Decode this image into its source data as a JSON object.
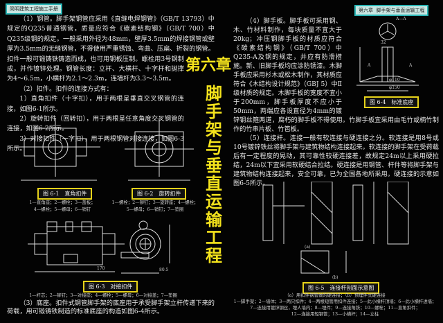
{
  "left_header": "简明建筑工程施工手册",
  "right_header": {
    "chapter": "第六章",
    "title": "脚手架与垂直运输工程"
  },
  "chapter_title": {
    "number": "第六章",
    "title": [
      "脚",
      "手",
      "架",
      "与",
      "垂",
      "直",
      "运",
      "输",
      "工",
      "程"
    ]
  },
  "left_text": [
    "（1）钢管。脚手架钢管应采用《直缝电焊钢管》（GB/T 13793）中规定的Q235普通钢管，质量应符合《碳素结构钢》（GB/T 700）中Q235级钢的规定。一般采用外径为48mm，壁厚3.5mm的焊接钢管或壁厚为3.5mm的无缝钢管，不得使用严重锈蚀、弯曲、压扁、折裂的钢管。扣件一般可锻铸铁铸造而成，也可用钢板压制。螺栓用3号钢制成，并作镀锌处理。钢管长度：立杆、大横杆、十字杆和抛撑为4～6.5m，小横杆为2.1～2.3m，连墙杆为3.3～3.5m。",
    "（2）扣件。扣件的连接方式有：",
    "1）直角扣件（十字扣），用于两根呈垂直交叉钢管的连接，如图6-1所示。",
    "2）旋转扣件（回转扣），用于两根呈任意角度交叉钢管的连接，如图6-2所示。",
    "3）对接扣件（一字扣），用于两根钢管对接连接，如图6-3所示。"
  ],
  "fig_6_1": {
    "caption": "图 6-1　直角扣件",
    "legend": [
      "1—直角座；2—螺栓；3—盖板；",
      "4—螺栓；5—螺母；6—销钉"
    ]
  },
  "fig_6_2": {
    "caption": "图 6-2　旋转扣件",
    "legend": [
      "1—螺栓；2—铆钉；3—旋转座；4—螺栓；",
      "5—螺母；6—销钉；7—垫圈"
    ]
  },
  "fig_6_3": {
    "caption": "图 6-3　对接扣件",
    "legend": "1—杆芯；2—铆钉；3—对接座；4—螺栓；5—螺母；6—对接盖；7—垫圈",
    "dims": [
      "170",
      "80.5"
    ]
  },
  "left_bottom": "（3）底座。扣件式钢管脚手架的底座用于承受脚手架立杆传递下来的荷载，用可锻铸铁制造的标准底座的构造如图6-4所示。",
  "right_text_col": "（4）脚手板。脚手板可采用钢、木、竹材料制作，每块质量不宜大于20kg；冲压钢脚手板的材质应符合《碳素结构钢》（GB/T 700）中Q235-A及钢的规定，并应有防滑措施。新、旧脚手板均应涂防锈漆。木脚手板应采用杉木或松木制作，其材质应符合《木结构设计规范》（GBJ 5）中Ⅱ级材质的规定。木脚手板的宽度不宜小于200mm，脚手板厚度不应小于50mm，两端应各设直径为4mm的镀锌钢丝箍两道，腐朽的脚手板不得使用。竹脚手板宜采用由毛竹或楠竹制作的竹串片板、竹笆板。",
  "right_text_full": "（5）连接杆。连接一般有软连接与硬连接之分。软连接是用8号或10号镀锌铁丝将脚手架与建筑物结构连接起来。软连接的脚手架在受荷载后有一定程度的晃动，其可靠性较硬连接差，故规定24m以上采用硬拉结，24m以下宜采用软硬结合拉结。硬连接是用钢管、杆件等将脚手架与建筑物结构连接起来，安全可靠，已为全国各地所采用。硬连接的示意如图6-5所示。",
  "fig_6_4": {
    "caption": "图 6-4　标准底座",
    "section": "A—A",
    "dims": [
      "32",
      "φ110",
      "φ150",
      "A",
      "A"
    ]
  },
  "fig_6_5": {
    "caption": "图 6-5　连接杆剖面示意图",
    "sub": [
      "(a)",
      "(b)"
    ],
    "legend": [
      "（a）用扣件钢管做的硬连接；（b）预埋件式硬连接",
      "1—脚手架；2—墙体；3—两只扣件；4—两根短管用扣件连接；5—此小横杆顶墙；6—此小横杆进墙；",
      "7—连接用镀锌钢丝，埋人墙内；8—埋件；9—连接角铁；10—螺栓；11—直角扣件；",
      "12—连接用短钢管；13—小横杆；14—立柱"
    ]
  }
}
